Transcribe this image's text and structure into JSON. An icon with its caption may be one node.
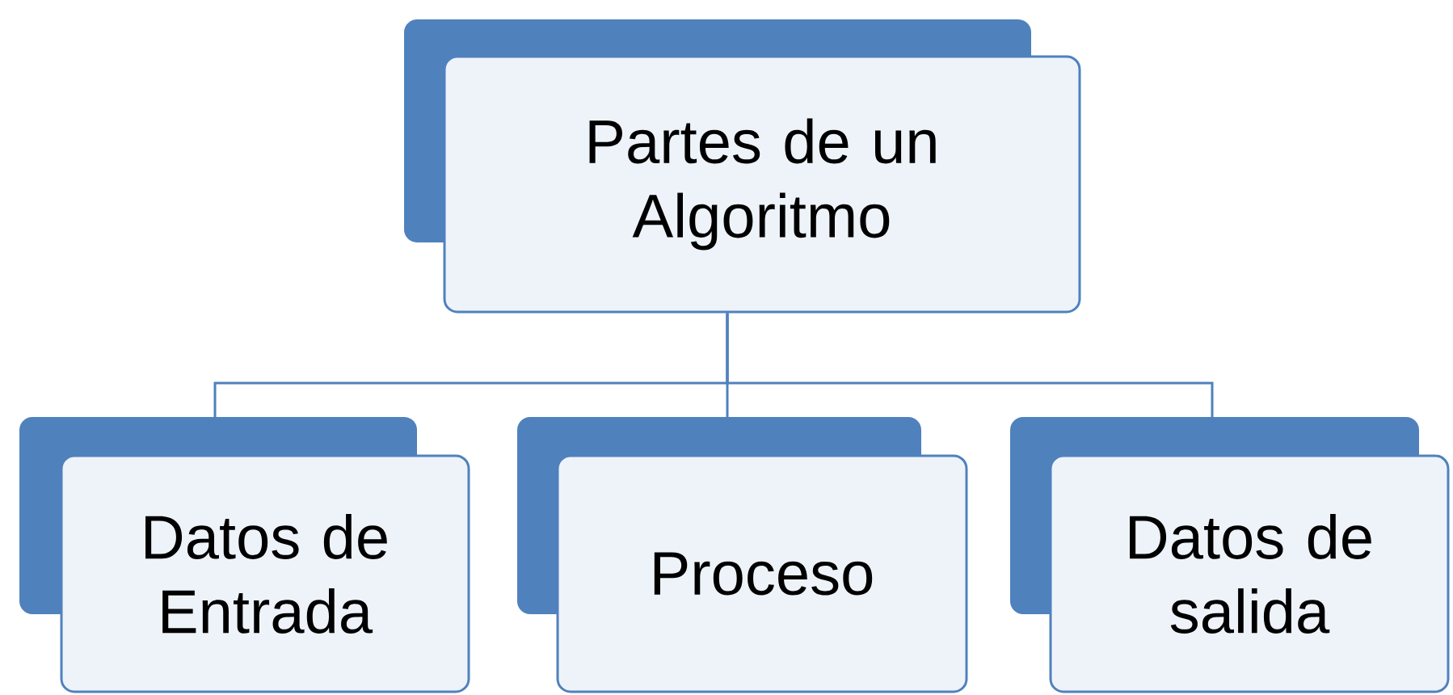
{
  "diagram": {
    "nodes": [
      {
        "text": [
          "Partes de un Algoritmo"
        ]
      },
      {
        "text": [
          "Datos de Entrada"
        ]
      },
      {
        "text": [
          "Proceso"
        ]
      },
      {
        "text": [
          "Datos de salida"
        ]
      }
    ],
    "edges": [
      {
        "from": 0,
        "to": 1,
        "arrow": "none"
      },
      {
        "from": 0,
        "to": 2,
        "arrow": "none"
      },
      {
        "from": 0,
        "to": 3,
        "arrow": "none"
      }
    ]
  }
}
